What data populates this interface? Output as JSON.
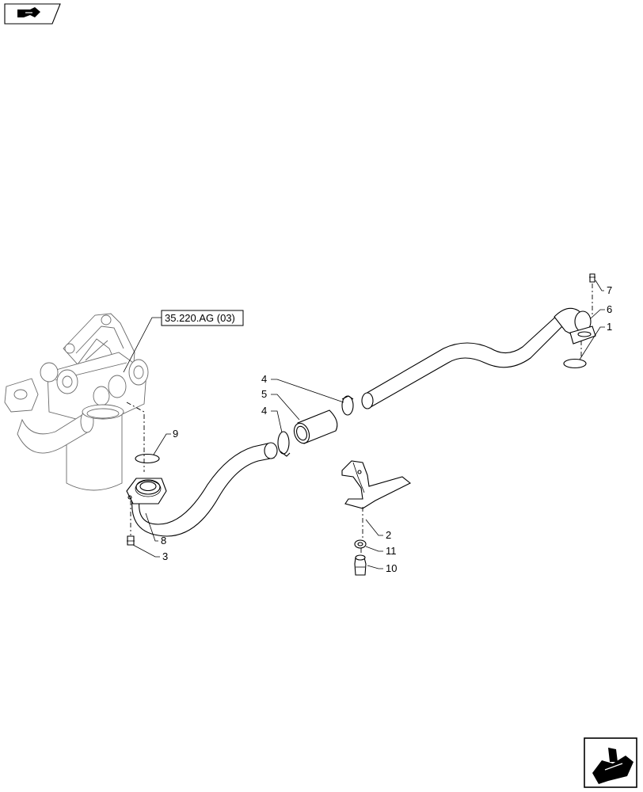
{
  "diagram": {
    "reference_box": "35.220.AG (03)",
    "callouts": [
      "7",
      "6",
      "1",
      "4",
      "5",
      "4",
      "9",
      "8",
      "3",
      "2",
      "11",
      "10"
    ]
  },
  "nav": {
    "top_icon": "hand-pointing-icon",
    "bottom_icon": "hand-pointing-icon"
  }
}
